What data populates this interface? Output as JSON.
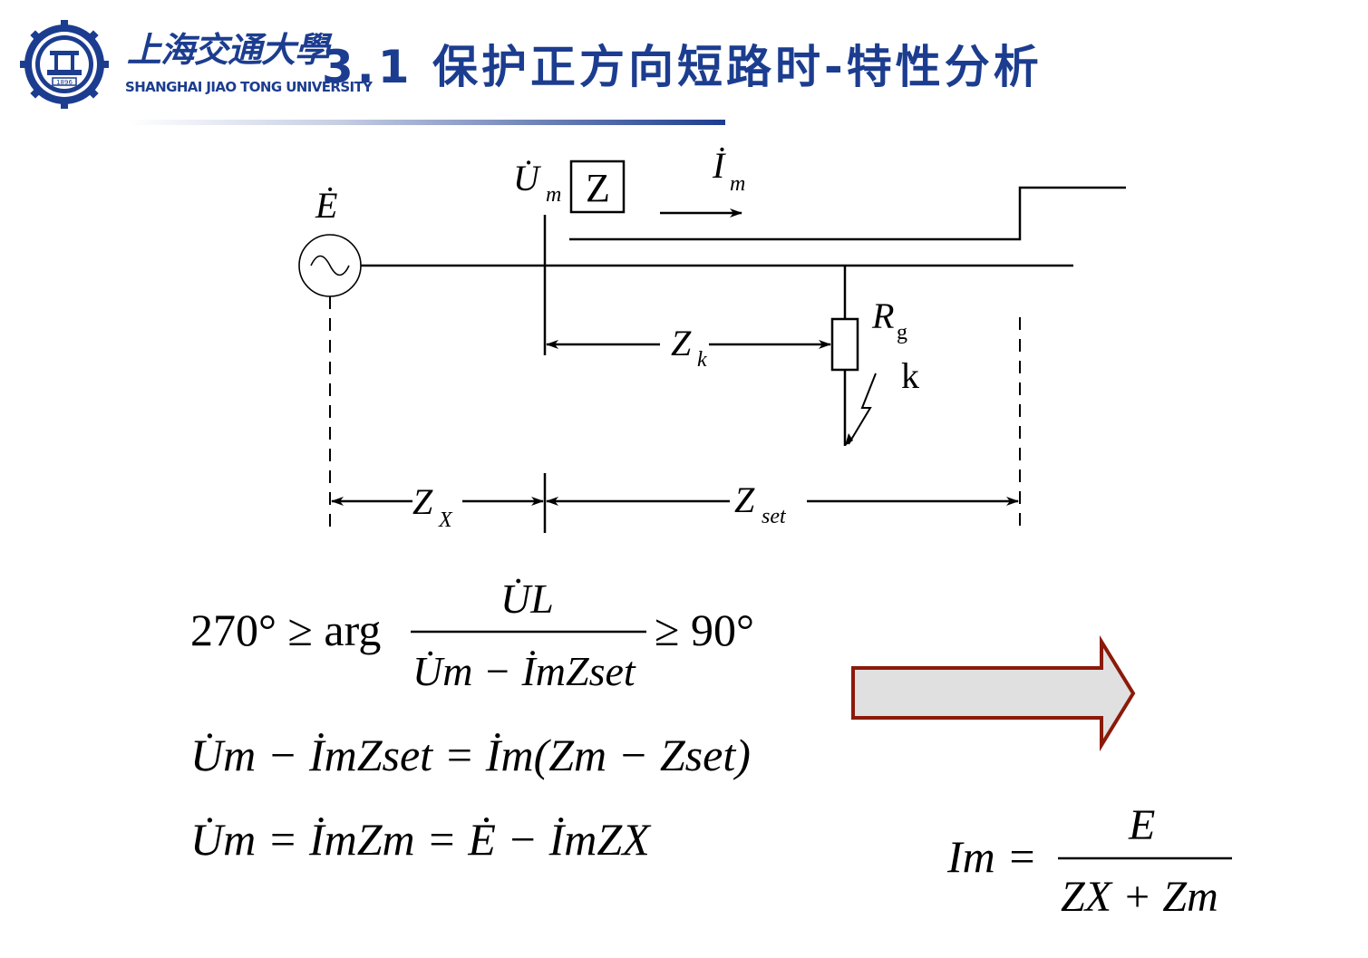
{
  "header": {
    "university_cn": "上海交通大學",
    "university_en": "SHANGHAI JIAO TONG UNIVERSITY",
    "logo_year": "1896",
    "title": "3.1 保护正方向短路时-特性分析"
  },
  "diagram": {
    "source_label": "Ė",
    "voltage_label_main": "U̇",
    "voltage_label_sub": "m",
    "relay_label": "Z",
    "current_label_main": "İ",
    "current_label_sub": "m",
    "fault_resistor_main": "R",
    "fault_resistor_sub": "g",
    "fault_point": "k",
    "zk_main": "Z",
    "zk_sub": "k",
    "zx_main": "Z",
    "zx_sub": "X",
    "zset_main": "Z",
    "zset_sub": "set"
  },
  "formulas": {
    "f1_left": "270° ≥ arg",
    "f1_numerator": "U̇L",
    "f1_denominator": "U̇m − İmZset",
    "f1_right": "≥ 90°",
    "f2": "U̇m − İmZset = İm(Zm − Zset)",
    "f3": "U̇m = İmZm = Ė − İmZX",
    "f4_left": "Im =",
    "f4_numerator": "E",
    "f4_denominator": "ZX + Zm"
  },
  "colors": {
    "brand": "#1c3d8f",
    "arrow_fill": "#e0e0e0",
    "arrow_stroke": "#8b1a0a"
  }
}
